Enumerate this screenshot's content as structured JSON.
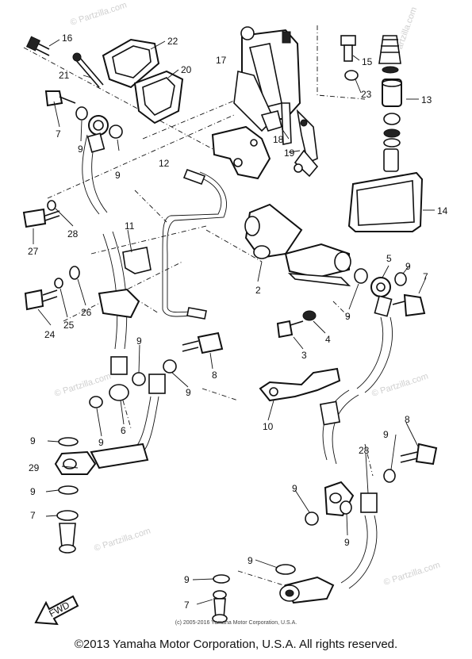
{
  "watermark": "© Partzilla.com",
  "small_copyright": "(c) 2005-2016 Yamaha Motor Corporation, U.S.A.",
  "footer": "©2013 Yamaha Motor Corporation, U.S.A. All rights reserved.",
  "fwd_label": "FWD",
  "callouts": {
    "p16": "16",
    "p22": "22",
    "p17": "17",
    "p15": "15",
    "p20": "20",
    "p21": "21",
    "p23": "23",
    "p13": "13",
    "p7a": "7",
    "p9a": "9",
    "p18": "18",
    "p19": "19",
    "p12": "12",
    "p9b": "9",
    "p14": "14",
    "p11": "11",
    "p28a": "28",
    "p27": "27",
    "p2": "2",
    "p5": "5",
    "p9c": "9",
    "p7b": "7",
    "p26": "26",
    "p9d": "9",
    "p24": "24",
    "p25": "25",
    "p3": "3",
    "p4": "4",
    "p9e": "9",
    "p8a": "8",
    "p9f": "9",
    "p10": "10",
    "p6": "6",
    "p9g": "9",
    "p9h": "9",
    "p8b": "8",
    "p28b": "28",
    "p9i": "9",
    "p29": "29",
    "p9j": "9",
    "p9k": "9",
    "p7c": "7",
    "p9l": "9",
    "p9m": "9",
    "p9n": "9",
    "p9o": "9",
    "p7d": "7"
  }
}
